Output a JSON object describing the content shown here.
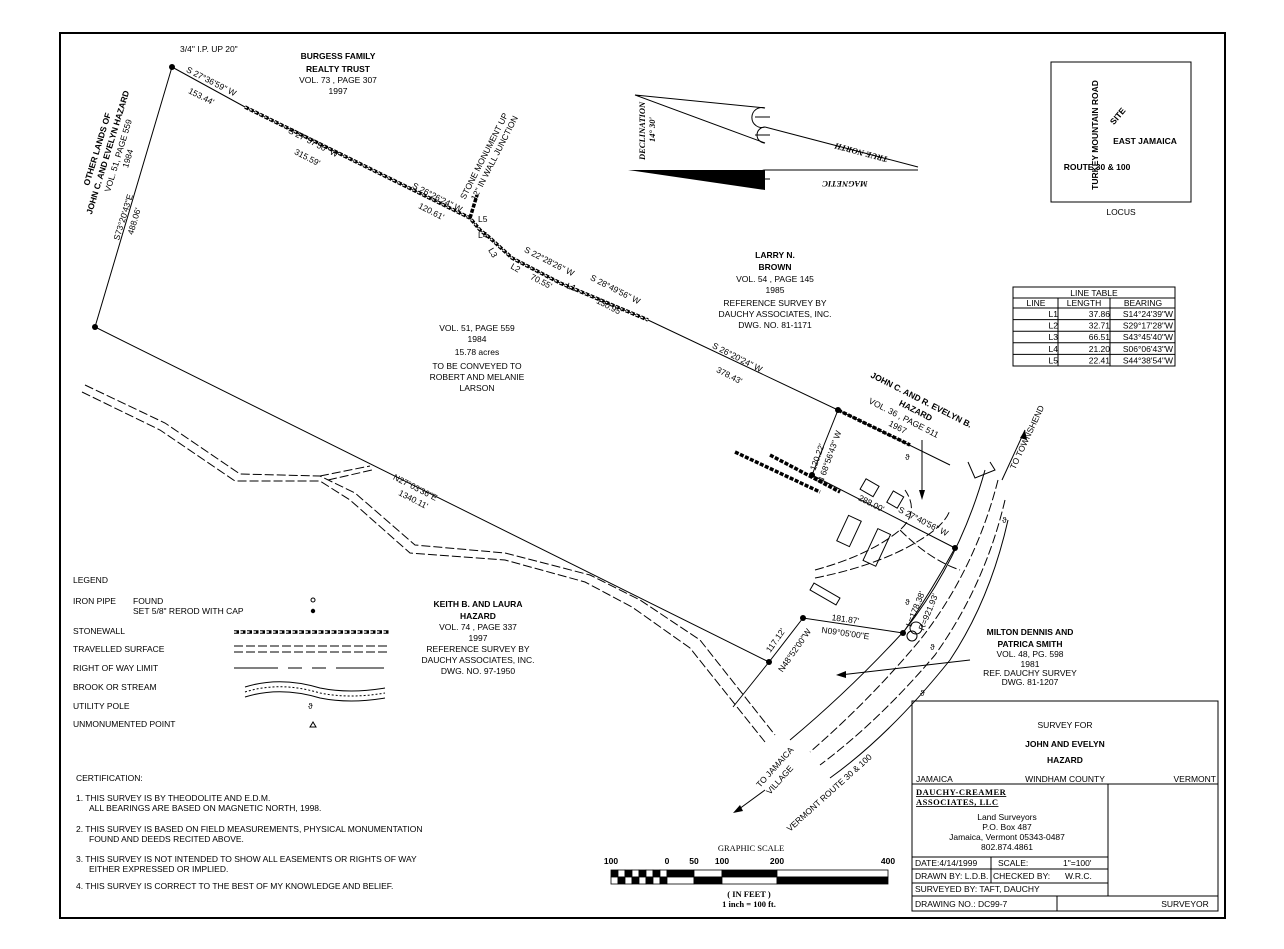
{
  "top_corner": {
    "note": "3/4\" I.P. UP 20\""
  },
  "owners": {
    "burgess": {
      "name1": "BURGESS FAMILY",
      "name2": "REALTY TRUST",
      "deed": "VOL. 73  , PAGE  307",
      "year": "1997"
    },
    "other_lands": {
      "name1": "OTHER LANDS OF",
      "name2": "JOHN C. AND EVELYN HAZARD",
      "deed": "VOL. 51, PAGE 559",
      "year": "1984"
    },
    "brown": {
      "name1": "LARRY N.",
      "name2": "BROWN",
      "deed": "VOL. 54  , PAGE  145",
      "year": "1985",
      "ref1": "REFERENCE SURVEY BY",
      "ref2": "DAUCHY ASSOCIATES, INC.",
      "ref3": "DWG. NO. 81-1171"
    },
    "subject": {
      "deed": "VOL. 51, PAGE 559",
      "year": "1984",
      "area": "15.78 acres",
      "note1": "TO BE CONVEYED TO",
      "note2": "ROBERT AND MELANIE",
      "note3": "LARSON"
    },
    "hazard_jr": {
      "name1": "JOHN C. AND R. EVELYN B.",
      "name2": "HAZARD",
      "deed": "VOL. 36  , PAGE  511",
      "year": "1967"
    },
    "keith": {
      "name1": "KEITH B. AND LAURA",
      "name2": "HAZARD",
      "deed": "VOL. 74  , PAGE  337",
      "year": "1997",
      "ref1": "REFERENCE SURVEY BY",
      "ref2": "DAUCHY ASSOCIATES, INC.",
      "ref3": "DWG. NO. 97-1950"
    },
    "smith": {
      "name1": "MILTON DENNIS AND",
      "name2": "PATRICA SMITH",
      "deed": "VOL. 48, PG. 598",
      "year": "1981",
      "ref1": "REF. DAUCHY SURVEY",
      "ref2": "DWG. 81-1207"
    }
  },
  "courses": {
    "c1": {
      "bearing": "S 27°36'59\" W",
      "distance": "153.44'"
    },
    "c2": {
      "bearing": "S 27°57'50\" W",
      "distance": "315.59'"
    },
    "c3": {
      "bearing": "S 26°26'24\" W",
      "distance": "120.61'"
    },
    "c4": {
      "bearing": "S 22°28'26\" W",
      "distance": "70.55'"
    },
    "c5": {
      "bearing": "S 28°49'56\" W",
      "distance": "130.95'"
    },
    "c6": {
      "bearing": "S 26°20'24\" W",
      "distance": "378.43'"
    },
    "c7": {
      "bearing": "N 68°56'43\" W",
      "distance": "120.22'"
    },
    "c8": {
      "bearing": "S 27°40'56\" W",
      "distance": "288.00'"
    },
    "curve": {
      "length": "L=178.38'",
      "radius": "R=921.93'"
    },
    "c9": {
      "bearing": "N09°05'00\"E",
      "distance": "181.87'"
    },
    "c10": {
      "bearing": "N48°52'00\"W",
      "distance": "117.12'"
    },
    "c11": {
      "bearing": "N27°03'36\"E",
      "distance": "1340.11'"
    },
    "c12": {
      "bearing": "S73°20'43\"E",
      "distance": "488.06'"
    }
  },
  "line_labels": [
    "L1",
    "L2",
    "L3",
    "L4",
    "L5"
  ],
  "monument": {
    "line1": "STONE MONUMENT UP",
    "line2": "12\" IN WALL JUNCTION"
  },
  "roads": {
    "townshend": "TO TOWNSHEND",
    "jamaica1": "TO JAMAICA",
    "jamaica2": "VILLAGE",
    "route": "VERMONT ROUTE 30 & 100"
  },
  "north_arrow": {
    "declination": "DECLINATION",
    "angle": "14° 30'",
    "true_north": "TRUE NORTH",
    "magnetic": "MAGNETIC"
  },
  "locus": {
    "caption": "LOCUS",
    "road": "TURKEY MOUNTAIN ROAD",
    "site": "SITE",
    "town": "EAST JAMAICA",
    "route": "ROUTE 30 & 100"
  },
  "line_table": {
    "title": "LINE TABLE",
    "headers": [
      "LINE",
      "LENGTH",
      "BEARING"
    ],
    "rows": [
      [
        "L1",
        "37.86",
        "S14°24'39\"W"
      ],
      [
        "L2",
        "32.71",
        "S29°17'28\"W"
      ],
      [
        "L3",
        "66.51",
        "S43°45'40\"W"
      ],
      [
        "L4",
        "21.20",
        "S06°06'43\"W"
      ],
      [
        "L5",
        "22.41",
        "S44°38'54\"W"
      ]
    ]
  },
  "legend": {
    "title": "LEGEND",
    "iron_pipe": "IRON PIPE",
    "found": "FOUND",
    "set": "SET   5/8\" REROD WITH CAP",
    "stonewall": "STONEWALL",
    "travelled": "TRAVELLED SURFACE",
    "row": "RIGHT OF WAY LIMIT",
    "brook": "BROOK OR STREAM",
    "pole": "UTILITY POLE",
    "unmonumented": "UNMONUMENTED POINT"
  },
  "certification": {
    "title": "CERTIFICATION:",
    "items": [
      [
        "1. THIS SURVEY IS BY THEODOLITE AND E.D.M.",
        "ALL BEARINGS ARE BASED ON MAGNETIC NORTH, 1998."
      ],
      [
        "2. THIS SURVEY IS BASED ON FIELD MEASUREMENTS, PHYSICAL MONUMENTATION",
        "FOUND AND DEEDS RECITED ABOVE."
      ],
      [
        "3. THIS SURVEY IS NOT INTENDED TO SHOW ALL EASEMENTS OR RIGHTS OF WAY",
        "EITHER EXPRESSED OR IMPLIED."
      ],
      [
        "4. THIS SURVEY IS CORRECT TO THE BEST OF MY KNOWLEDGE AND BELIEF.",
        ""
      ]
    ]
  },
  "scale_bar": {
    "title": "GRAPHIC SCALE",
    "ticks": [
      "100",
      "0",
      "50",
      "100",
      "200",
      "400"
    ],
    "units": "( IN FEET )",
    "ratio": "1 inch = 100 ft."
  },
  "title_block": {
    "survey_for": "SURVEY FOR",
    "client1": "JOHN AND EVELYN",
    "client2": "HAZARD",
    "town": "JAMAICA",
    "county": "WINDHAM COUNTY",
    "state": "VERMONT",
    "firm1": "DAUCHY-CREAMER",
    "firm2": "ASSOCIATES, LLC",
    "firm_type": "Land Surveyors",
    "address1": "P.O. Box 487",
    "address2": "Jamaica, Vermont 05343-0487",
    "phone": "802.874.4861",
    "date": "DATE:4/14/1999",
    "scale_label": "SCALE:",
    "scale": "1\"=100'",
    "drawn": "DRAWN BY: L.D.B.",
    "checked_label": "CHECKED BY:",
    "checked": "W.R.C.",
    "surveyed": "SURVEYED BY: TAFT, DAUCHY",
    "drawing_no": "DRAWING NO.: DC99-7",
    "surveyor": "SURVEYOR"
  }
}
